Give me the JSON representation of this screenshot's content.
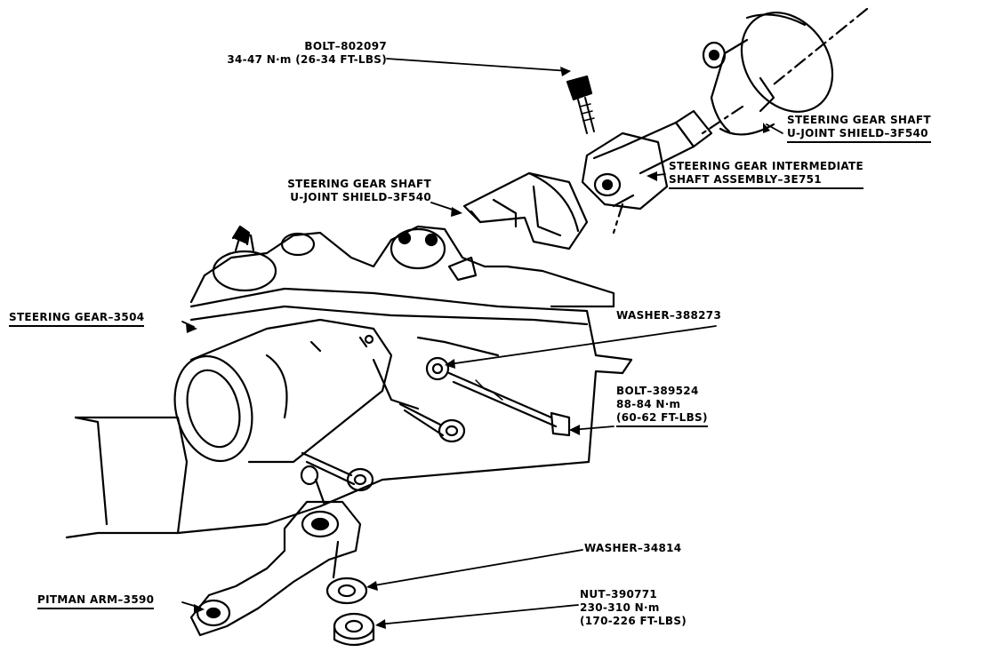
{
  "callouts": {
    "bolt_top": {
      "part": "BOLT–802097",
      "torque_nm": "34-47 N·m",
      "torque_ftlbs": "(26-34 FT-LBS)"
    },
    "shield_upper": {
      "line1": "STEERING GEAR SHAFT",
      "line2": "U-JOINT SHIELD–3F540"
    },
    "intermediate_shaft": {
      "line1": "STEERING GEAR INTERMEDIATE",
      "line2": "SHAFT ASSEMBLY–3E751"
    },
    "shield_lower": {
      "line1": "STEERING GEAR SHAFT",
      "line2": "U-JOINT SHIELD–3F540"
    },
    "steering_gear": {
      "part": "STEERING GEAR–3504"
    },
    "washer_upper": {
      "part": "WASHER–388273"
    },
    "bolt_mount": {
      "part": "BOLT–389524",
      "torque_nm": "88-84 N·m",
      "torque_ftlbs": "(60-62 FT-LBS)"
    },
    "washer_lower": {
      "part": "WASHER–34814"
    },
    "pitman_arm": {
      "part": "PITMAN ARM–3590"
    },
    "nut": {
      "part": "NUT–390771",
      "torque_nm": "230-310 N·m",
      "torque_ftlbs": "(170-226 FT-LBS)"
    }
  }
}
